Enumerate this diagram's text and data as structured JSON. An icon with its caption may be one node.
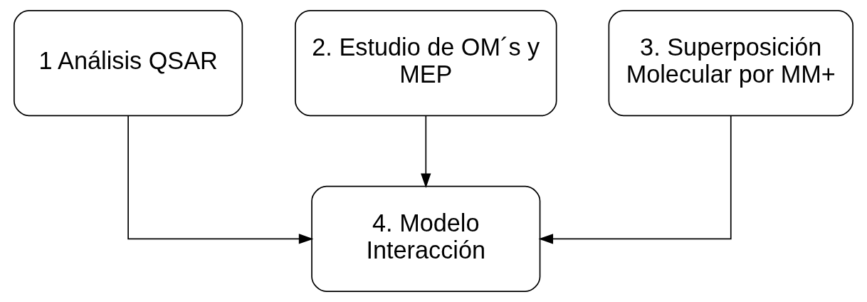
{
  "diagram": {
    "nodes": [
      {
        "text": [
          "1 Análisis QSAR"
        ]
      },
      {
        "text": [
          "2. Estudio de OM´s y MEP"
        ]
      },
      {
        "text": [
          "3. Superposición Molecular por MM+"
        ]
      },
      {
        "text": [
          "4. Modelo Interacción"
        ]
      }
    ],
    "edges": [
      {
        "from": 0,
        "to": 3,
        "arrow": "to"
      },
      {
        "from": 1,
        "to": 3,
        "arrow": "to"
      },
      {
        "from": 2,
        "to": 3,
        "arrow": "to"
      }
    ]
  }
}
